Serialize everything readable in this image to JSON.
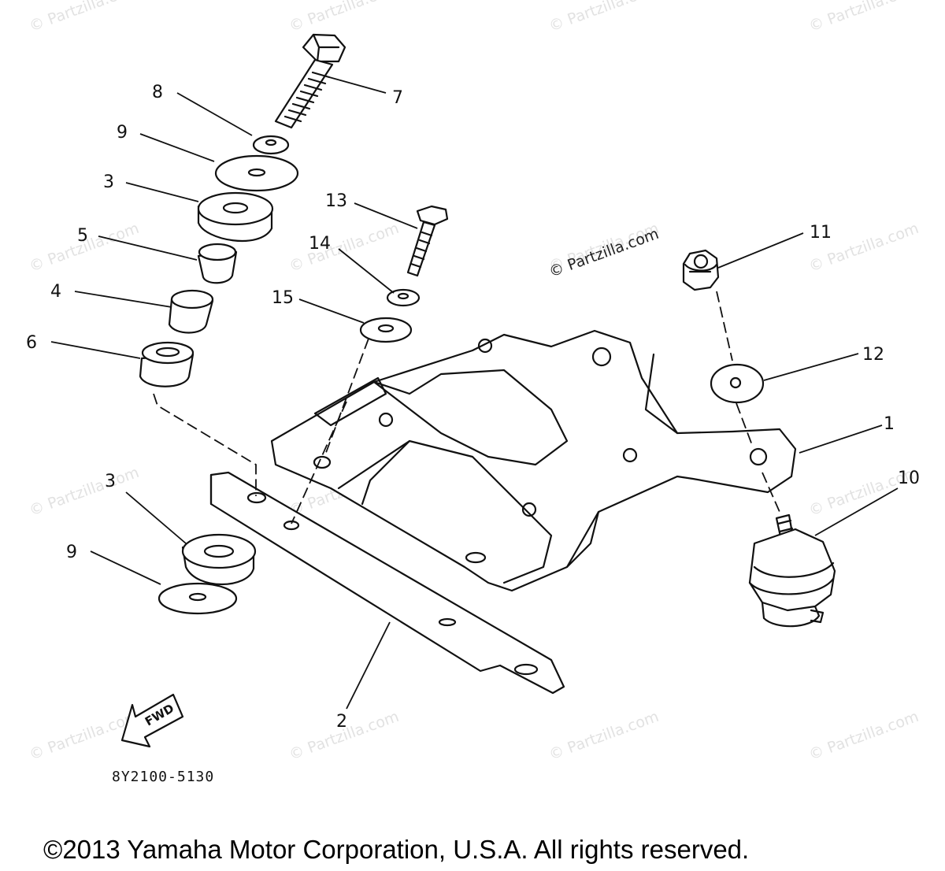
{
  "watermarks": [
    "© Partzilla.com",
    "© Partzilla.com",
    "© Partzilla.com",
    "© Partzilla.com",
    "© Partzilla.com",
    "© Partzilla.com",
    "© Partzilla.com",
    "© Partzilla.com",
    "© Partzilla.com",
    "© Partzilla.com",
    "© Partzilla.com",
    "© Partzilla.com",
    "© Partzilla.com",
    "© Partzilla.com",
    "© Partzilla.com",
    "© Partzilla.com"
  ],
  "center_watermark": "© Partzilla.com",
  "callouts": {
    "c1": "1",
    "c2": "2",
    "c3a": "3",
    "c3b": "3",
    "c4": "4",
    "c5": "5",
    "c6": "6",
    "c7": "7",
    "c8": "8",
    "c9a": "9",
    "c9b": "9",
    "c10": "10",
    "c11": "11",
    "c12": "12",
    "c13": "13",
    "c14": "14",
    "c15": "15"
  },
  "fwd_label": "FWD",
  "part_code": "8Y2100-5130",
  "copyright": "©2013 Yamaha Motor Corporation, U.S.A. All rights reserved."
}
